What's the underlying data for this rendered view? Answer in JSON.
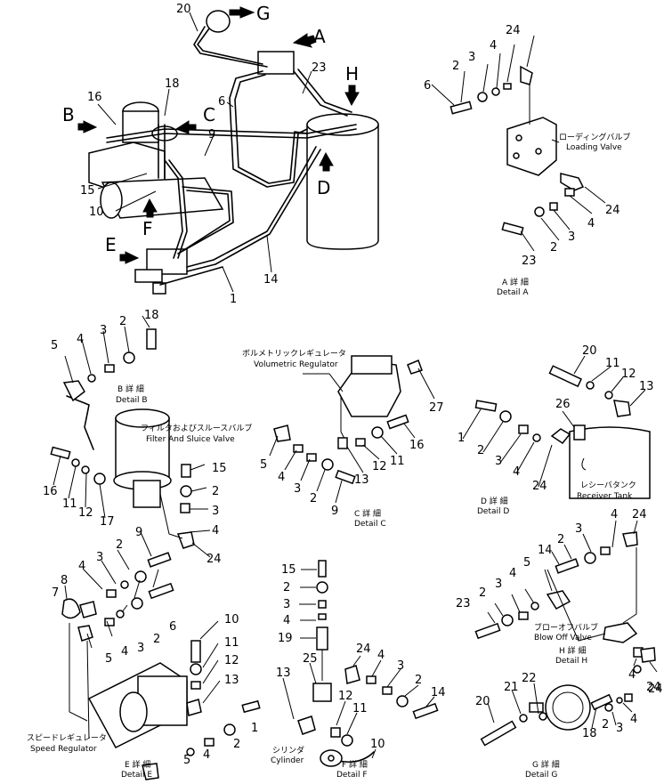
{
  "callouts": {
    "top": [
      "20",
      "G",
      "A",
      "23",
      "H",
      "6",
      "16",
      "18",
      "B",
      "C",
      "9",
      "15",
      "10",
      "F",
      "D",
      "E",
      "14",
      "1"
    ],
    "detA": [
      "6",
      "2",
      "3",
      "4",
      "24",
      "24",
      "4",
      "3",
      "2",
      "23"
    ],
    "detB": [
      "5",
      "4",
      "3",
      "2",
      "18",
      "16",
      "11",
      "12",
      "17",
      "15",
      "2",
      "3",
      "4",
      "24"
    ],
    "detC": [
      "27",
      "16",
      "11",
      "12",
      "13",
      "5",
      "4",
      "3",
      "2",
      "9"
    ],
    "detD": [
      "20",
      "11",
      "12",
      "13",
      "26",
      "1",
      "2",
      "3",
      "4",
      "24"
    ],
    "detE": [
      "9",
      "2",
      "3",
      "4",
      "8",
      "7",
      "6",
      "2",
      "3",
      "4",
      "5",
      "10",
      "11",
      "12",
      "13",
      "1",
      "2",
      "4",
      "5"
    ],
    "detF": [
      "15",
      "2",
      "3",
      "4",
      "19",
      "24",
      "25",
      "4",
      "3",
      "2",
      "14",
      "13",
      "12",
      "11",
      "10"
    ],
    "detG": [
      "20",
      "21",
      "22",
      "18",
      "2",
      "3",
      "4",
      "24"
    ],
    "detH": [
      "4",
      "24",
      "3",
      "2",
      "14",
      "5",
      "4",
      "3",
      "2",
      "23",
      "4",
      "24"
    ]
  },
  "labels": {
    "detA_jp": "A 詳 細",
    "detA_en": "Detail A",
    "detB_jp": "B 詳 細",
    "detB_en": "Detail B",
    "detC_jp": "C 詳 細",
    "detC_en": "Detail C",
    "detD_jp": "D 詳 細",
    "detD_en": "Detail D",
    "detE_jp": "E 詳 細",
    "detE_en": "Detail E",
    "detF_jp": "F 詳 細",
    "detF_en": "Detail F",
    "detG_jp": "G 詳 細",
    "detG_en": "Detail G",
    "detH_jp": "H 詳 細",
    "detH_en": "Detail H",
    "loading_jp": "ローディングバルブ",
    "loading_en": "Loading Valve",
    "filter_jp": "フィルタおよびスルースバルブ",
    "filter_en": "Filter And Sluice Valve",
    "volumetric_jp": "ボルメトリックレギュレータ",
    "volumetric_en": "Volumetric Regulator",
    "receiver_jp": "レシーバタンク",
    "receiver_en": "Receiver Tank",
    "blowoff_jp": "ブローオフバルブ",
    "blowoff_en": "Blow Off Valve",
    "speed_jp": "スピードレギュレータ",
    "speed_en": "Speed Regulator",
    "cylinder_jp": "シリンダ",
    "cylinder_en": "Cylinder"
  }
}
